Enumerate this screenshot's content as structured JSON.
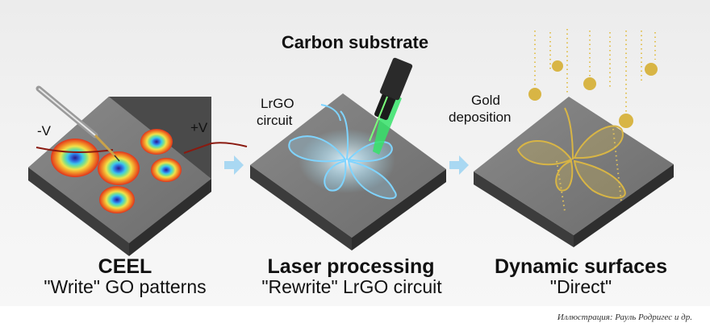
{
  "diagram": {
    "title": "Carbon substrate",
    "stages": [
      {
        "title": "CEEL",
        "subtitle": "\"Write\" GO patterns"
      },
      {
        "title": "Laser processing",
        "subtitle": "\"Rewrite\" LrGO circuit"
      },
      {
        "title": "Dynamic surfaces",
        "subtitle": "\"Direct\""
      }
    ],
    "labels": {
      "minus_v": "-V",
      "plus_v": "+V",
      "lrgo_line1": "LrGO",
      "lrgo_line2": "circuit",
      "gold_line1": "Gold",
      "gold_line2": "deposition"
    },
    "credit": "Иллюстрация: Рауль Родригес и др.",
    "colors": {
      "substrate_top": "#7a7a7a",
      "substrate_side": "#4a4a4a",
      "circuit": "#7fd4ff",
      "gold": "#d8b545",
      "arrow": "#a9d8f2"
    },
    "icons": [
      "electrode-needle-icon",
      "laser-head-icon",
      "gold-snowflake-icon"
    ]
  }
}
